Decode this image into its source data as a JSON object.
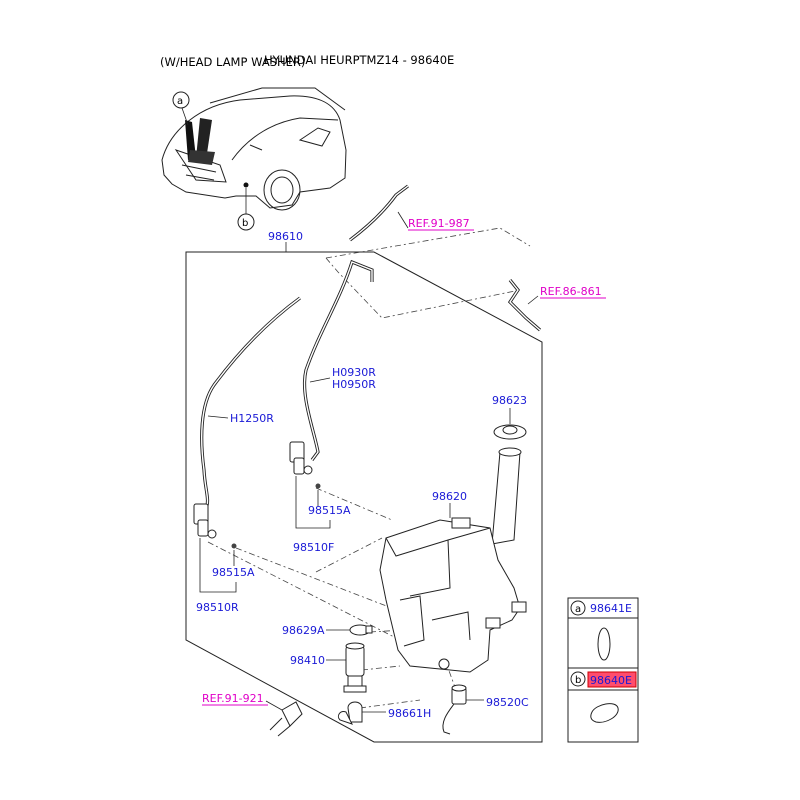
{
  "header": {
    "note": "(W/HEAD LAMP WASHER)",
    "title": "HYUNDAI HEURPTMZ14 - 98640E"
  },
  "callouts": {
    "a": "a",
    "b": "b"
  },
  "labels": {
    "assembly": "98610",
    "ref_hose_upper": "REF.91-987",
    "ref_body": "REF.86-861",
    "ref_lower": "REF.91-921",
    "hose_right_1": "H0930R",
    "hose_right_2": "H0950R",
    "hose_left": "H1250R",
    "cap": "98623",
    "reservoir": "98620",
    "nozzle_joint_upper": "98515A",
    "nozzle_upper": "98510F",
    "nozzle_joint_lower": "98515A",
    "nozzle_lower": "98510R",
    "clamp": "98629A",
    "pump": "98410",
    "elbow": "98661H",
    "level_sensor": "98520C"
  },
  "legend": {
    "items": [
      {
        "letter": "a",
        "part": "98641E",
        "highlighted": false
      },
      {
        "letter": "b",
        "part": "98640E",
        "highlighted": true
      }
    ],
    "highlight_color": "#ff4d6d"
  },
  "colors": {
    "part_number": "#1a1ad6",
    "reference": "#e000c8",
    "line": "#222222"
  }
}
